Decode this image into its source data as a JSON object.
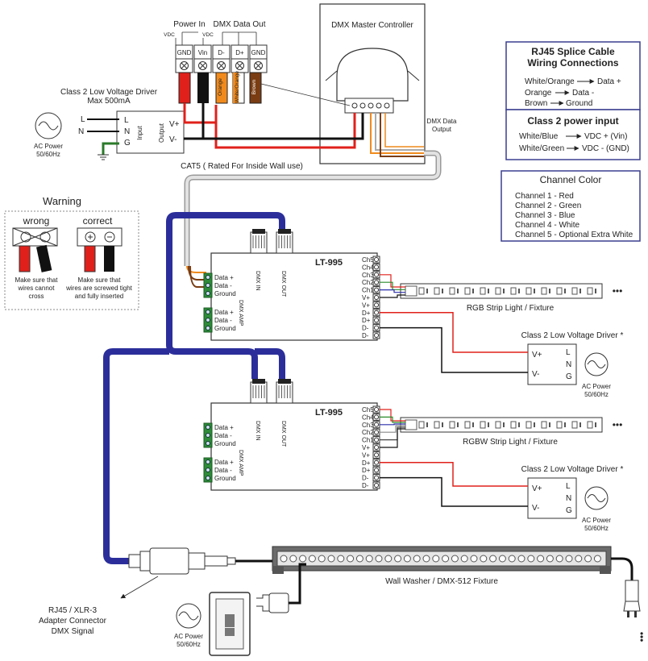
{
  "header": {
    "power_in": "Power In",
    "dmx_data_out": "DMX Data Out",
    "vdc_minus": "VDC",
    "vdc_plus": "VDC",
    "terminals": [
      "GND",
      "Vin",
      "D-",
      "D+",
      "GND"
    ],
    "wire_labels": [
      "Orange",
      "White/Orange",
      "Brown"
    ]
  },
  "master": {
    "title": "DMX Master Controller",
    "output_label": "DMX Data\nOutput"
  },
  "driver_top": {
    "title": "Class 2 Low Voltage Driver",
    "subtitle": "Max 500mA",
    "input": "Input",
    "output": "Output",
    "in_pins": [
      "L",
      "N",
      "G"
    ],
    "out_pins": [
      "V+",
      "V-"
    ],
    "lines": [
      "L",
      "N"
    ],
    "ac_power": "AC Power",
    "ac_freq": "50/60Hz"
  },
  "cat5": "CAT5 ( Rated For Inside Wall use)",
  "rj45_box": {
    "title_line1": "RJ45 Splice Cable",
    "title_line2": "Wiring Connections",
    "rows": [
      {
        "left": "White/Orange",
        "right": "Data +"
      },
      {
        "left": "Orange",
        "right": "Data -"
      },
      {
        "left": "Brown",
        "right": "Ground"
      }
    ],
    "power_title": "Class 2 power input",
    "power_rows": [
      {
        "left": "White/Blue",
        "right": "VDC + (Vin)"
      },
      {
        "left": "White/Green",
        "right": "VDC - (GND)"
      }
    ]
  },
  "channel_box": {
    "title": "Channel Color",
    "rows": [
      "Channel 1 -  Red",
      "Channel 2 -  Green",
      "Channel 3 -  Blue",
      "Channel 4 -  White",
      "Channel 5 - Optional Extra White"
    ]
  },
  "warning": {
    "title": "Warning",
    "wrong": "wrong",
    "correct": "correct",
    "wrong_note": [
      "Make sure that",
      "wires cannot",
      "cross"
    ],
    "correct_note": [
      "Make sure that",
      "wires are screwed tight",
      "and fully inserted"
    ]
  },
  "lt995": {
    "name": "LT-995",
    "dmx_in": "DMX IN",
    "dmx_out": "DMX OUT",
    "dmx_amp": "DMX AMP",
    "data_pins": [
      "Data +",
      "Data -",
      "Ground"
    ],
    "right_pins": [
      "Ch5",
      "Ch4",
      "Ch3",
      "Ch2",
      "Ch1",
      "V+",
      "V+",
      "D+",
      "D+",
      "D-",
      "D-"
    ]
  },
  "strip1": {
    "label": "RGB Strip Light / Fixture"
  },
  "strip2": {
    "label": "RGBW Strip Light / Fixture"
  },
  "driver_right": {
    "title": "Class 2 Low Voltage Driver *",
    "out_pins": [
      "V+",
      "V-"
    ],
    "in_pins": [
      "L",
      "N",
      "G"
    ],
    "ac_power": "AC Power",
    "ac_freq": "50/60Hz"
  },
  "ellipsis": "•••",
  "washer": {
    "label": "Wall Washer / DMX-512 Fixture"
  },
  "adapter": {
    "lines": [
      "RJ45 / XLR-3",
      "Adapter Connector",
      "DMX Signal"
    ]
  },
  "bottom_ac": {
    "ac_power": "AC Power",
    "ac_freq": "50/60Hz"
  },
  "colors": {
    "cable_blue": "#2b2e9a",
    "cable_gray": "#c9c9c9",
    "red": "#e0201b",
    "black": "#1a1a1a",
    "orange": "#f08a1c",
    "brown": "#7a3c12",
    "box_border": "#3a3f8f"
  }
}
